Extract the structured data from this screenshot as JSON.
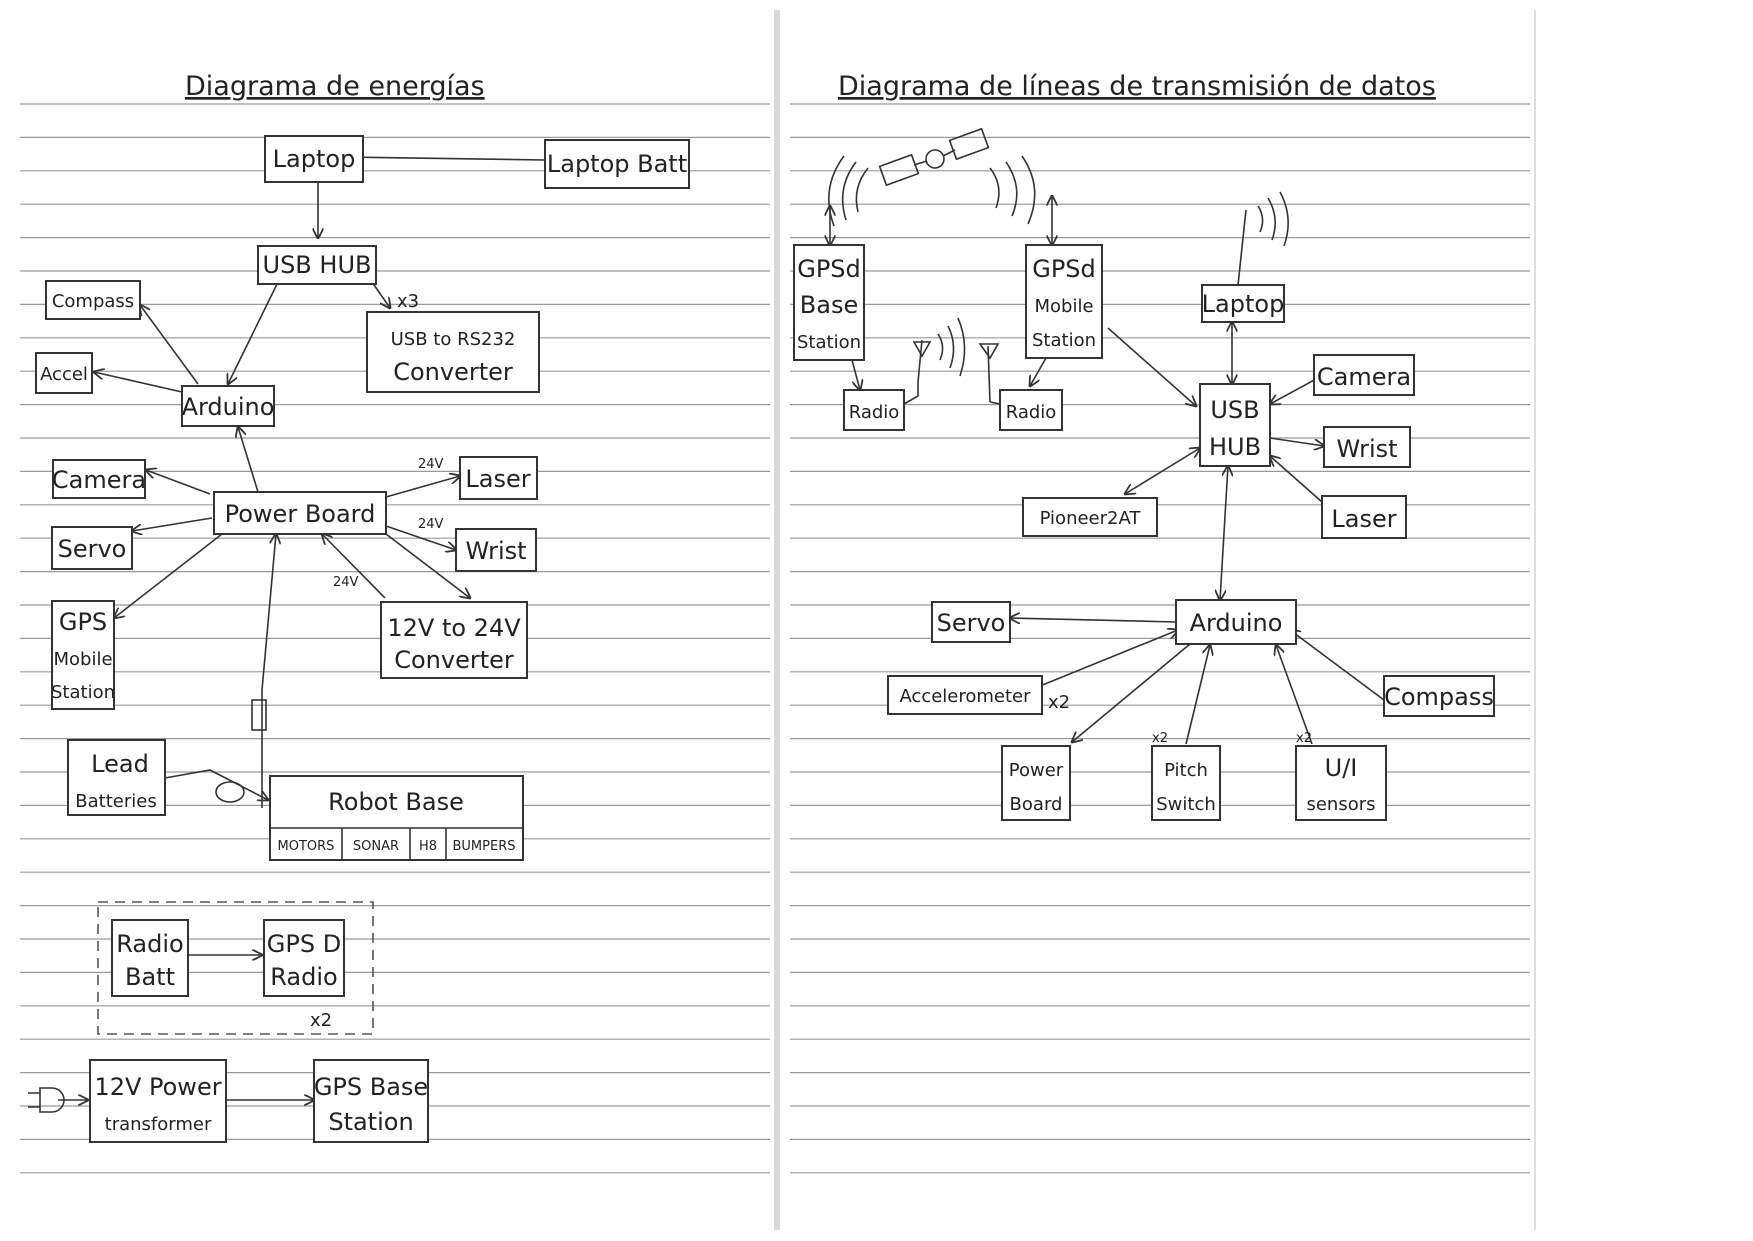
{
  "pages": {
    "left_title": "Diagrama de energías",
    "right_title": "Diagrama de líneas de transmisión de datos"
  },
  "left": {
    "laptop": "Laptop",
    "laptop_batt": "Laptop Batt",
    "usb_hub": "USB HUB",
    "compass": "Compass",
    "usb_rs232": [
      "USB to RS232",
      "Converter"
    ],
    "x3": "x3",
    "accel": "Accel",
    "arduino": "Arduino",
    "camera": "Camera",
    "power_board": "Power Board",
    "laser": "Laser",
    "servo": "Servo",
    "wrist": "Wrist",
    "v24a": "24V",
    "v24b": "24V",
    "v24c": "24V",
    "gps_mobile": [
      "GPS",
      "Mobile",
      "Station"
    ],
    "converter_12_24": [
      "12V to 24V",
      "Converter"
    ],
    "lead_batteries": [
      "Lead",
      "Batteries"
    ],
    "robot_base": "Robot Base",
    "motors": "MOTORS",
    "sonar": "SONAR",
    "h8": "H8",
    "bumpers": "BUMPERS",
    "radio_batt": [
      "Radio",
      "Batt"
    ],
    "gpsd_radio": [
      "GPS D",
      "Radio"
    ],
    "x2": "x2",
    "power_transformer": [
      "12V Power",
      "transformer"
    ],
    "gps_base_station": [
      "GPS Base",
      "Station"
    ]
  },
  "right": {
    "gpsd_base": [
      "GPSd",
      "Base",
      "Station"
    ],
    "gpsd_mobile": [
      "GPSd",
      "Mobile",
      "Station"
    ],
    "laptop": "Laptop",
    "radio1": "Radio",
    "radio2": "Radio",
    "usb_hub": [
      "USB",
      "HUB"
    ],
    "camera": "Camera",
    "wrist": "Wrist",
    "laser": "Laser",
    "pioneer": "Pioneer2AT",
    "arduino": "Arduino",
    "servo": "Servo",
    "accelerometer": "Accelerometer",
    "accel_x2": "x2",
    "compass": "Compass",
    "power_board": [
      "Power",
      "Board"
    ],
    "pitch_switch": [
      "Pitch",
      "Switch"
    ],
    "pitch_x2": "x2",
    "ui_sensors": [
      "U/I",
      "sensors"
    ],
    "ui_x2": "x2"
  }
}
